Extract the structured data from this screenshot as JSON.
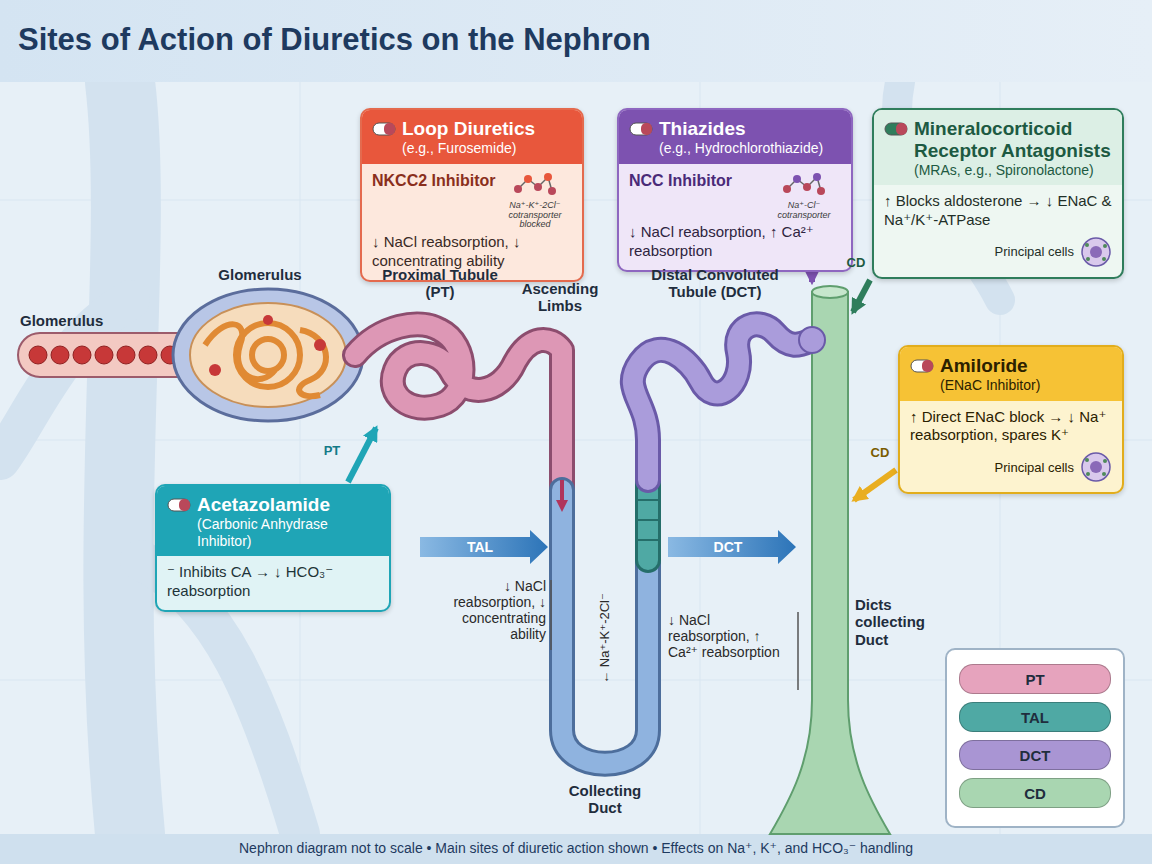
{
  "diagram": {
    "title": "Sites of Action of Diuretics on the Nephron",
    "caption": "Nephron diagram not to scale • Main sites of diuretic action shown • Effects on Na⁺, K⁺, and HCO₃⁻ handling",
    "nodes": [
      {
        "text": [
          "Loop Diuretics",
          "(e.g., Furosemide)",
          "NKCC2 Inhibitor",
          "↓ NaCl reabsorption, ↓ concentrating ability",
          "Na⁺-K⁺-2Cl⁻ cotransporter blocked"
        ]
      },
      {
        "text": [
          "Thiazides",
          "(e.g., Hydrochlorothiazide)",
          "NCC Inhibitor",
          "↓ NaCl reabsorption, ↑ Ca²⁺ reabsorption",
          "Na⁺-Cl⁻ cotransporter"
        ]
      },
      {
        "text": [
          "Mineralocorticoid Receptor Antagonists",
          "(MRAs, e.g., Spironolactone)",
          "↑ Blocks aldosterone → ↓ ENaC & Na⁺/K⁺-ATPase",
          "Principal cells"
        ]
      },
      {
        "text": [
          "Amiloride",
          "(ENaC Inhibitor)",
          "↑ Direct ENaC block → ↓ Na⁺ reabsorption, spares K⁺",
          "Principal cells"
        ]
      },
      {
        "text": [
          "Acetazolamide",
          "(Carbonic Anhydrase Inhibitor)",
          "⁻ Inhibits CA → ↓ HCO₃⁻ reabsorption"
        ]
      }
    ],
    "labels": [
      "Glomerulus",
      "Glomerulus",
      "Proximal Tubule (PT)",
      "Ascending Limbs",
      "Distal Convoluted Tubule (DCT)",
      "PT",
      "CD",
      "CD",
      "TAL",
      "DCT",
      "↓ NaCl reabsorption, ↓ concentrating ability",
      "← Na⁺-K⁺-2Cl⁻",
      "↓ NaCl reabsorption, ↑ Ca²⁺ reabsorption",
      "Dicts collecting Duct",
      "Collecting Duct"
    ],
    "legend": [
      {
        "text": "PT",
        "color": "#e6a3bd"
      },
      {
        "text": "TAL",
        "color": "#4fa9a4"
      },
      {
        "text": "DCT",
        "color": "#a995d3"
      },
      {
        "text": "CD",
        "color": "#a9d6b1"
      }
    ]
  }
}
